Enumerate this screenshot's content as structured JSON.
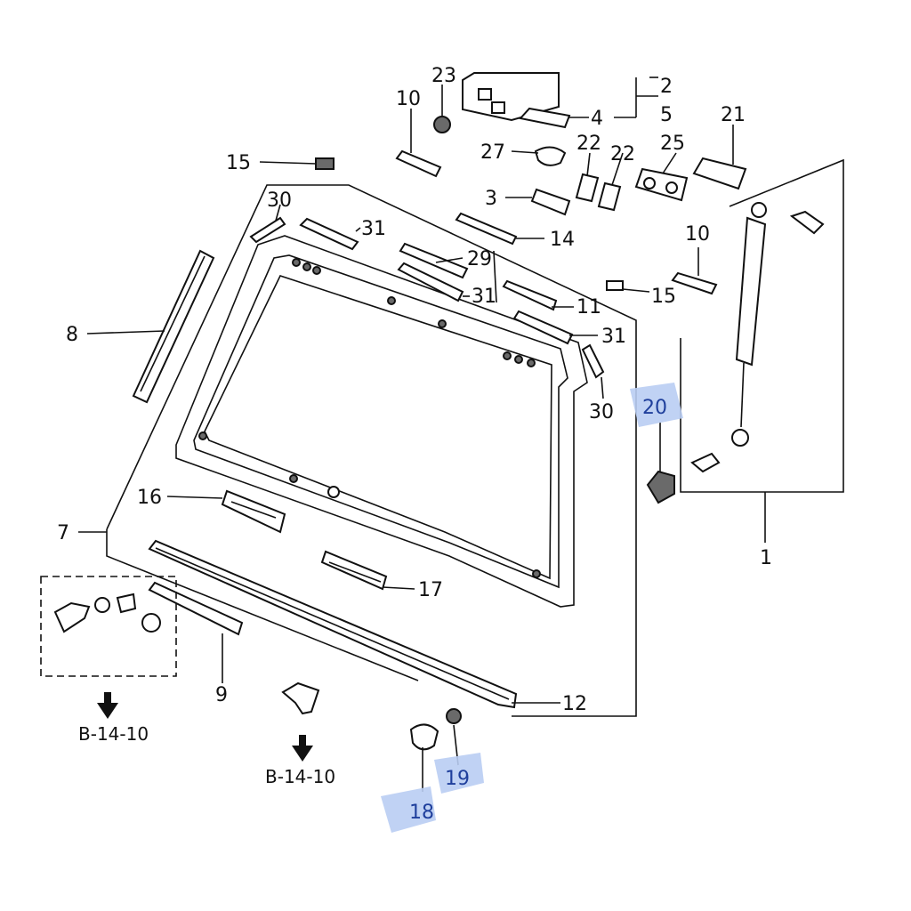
{
  "parts": {
    "p1": "1",
    "p2": "2",
    "p3": "3",
    "p4": "4",
    "p5": "5",
    "p7": "7",
    "p8": "8",
    "p9": "9",
    "p10a": "10",
    "p10b": "10",
    "p11": "11",
    "p12": "12",
    "p14": "14",
    "p15a": "15",
    "p15b": "15",
    "p16": "16",
    "p17": "17",
    "p18": "18",
    "p19": "19",
    "p20": "20",
    "p21": "21",
    "p22a": "22",
    "p22b": "22",
    "p23": "23",
    "p25": "25",
    "p27": "27",
    "p29": "29",
    "p30a": "30",
    "p30b": "30",
    "p31a": "31",
    "p31b": "31",
    "p31c": "31"
  },
  "highlighted": [
    "18",
    "19",
    "20"
  ],
  "colors": {
    "highlight": "#b9cdf3",
    "highlight_text": "#1f3f9c",
    "ink": "#111111"
  },
  "refs": {
    "ref_left": "B-14-10",
    "ref_bottom": "B-14-10"
  }
}
